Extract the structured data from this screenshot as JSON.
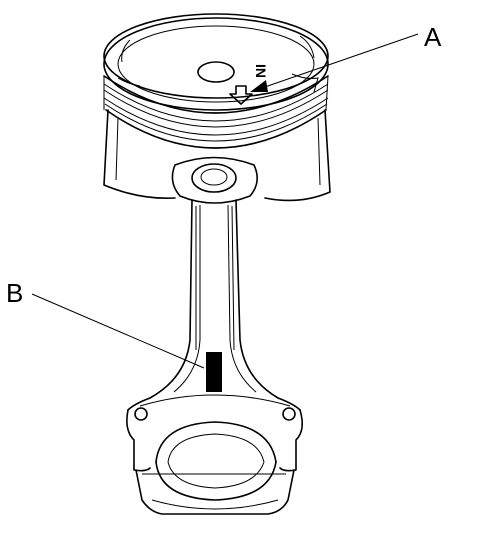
{
  "callouts": {
    "a": {
      "label": "A"
    },
    "b": {
      "label": "B"
    }
  },
  "piston_marking": {
    "text": "IN"
  },
  "colors": {
    "ink": "#000000",
    "background": "#ffffff"
  }
}
